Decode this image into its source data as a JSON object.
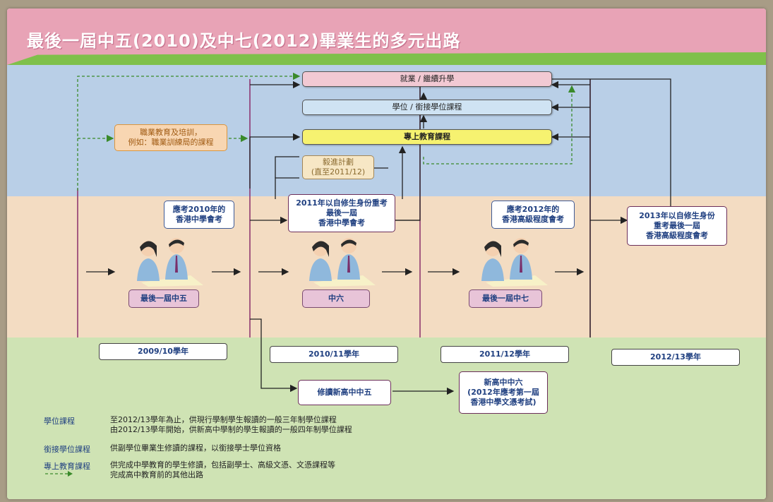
{
  "title": "最後一屆中五(2010)及中七(2012)畢業生的多元出路",
  "outcomes": {
    "employment": "就業 / 繼續升學",
    "degree": "學位 / 銜接學位課程",
    "post_secondary": "專上教育課程",
    "vocational_line1": "職業教育及培訓，",
    "vocational_line2": "例如：職業訓練局的課程",
    "yi_jin_line1": "毅進計劃",
    "yi_jin_line2": "(直至2011/12)"
  },
  "exams": {
    "hkcee_2010_line1": "應考2010年的",
    "hkcee_2010_line2": "香港中學會考",
    "hkcee_2011_line1": "2011年以自修生身份重考",
    "hkcee_2011_line2": "最後一屆",
    "hkcee_2011_line3": "香港中學會考",
    "hkale_2012_line1": "應考2012年的",
    "hkale_2012_line2": "香港高級程度會考",
    "hkale_2013_line1": "2013年以自修生身份",
    "hkale_2013_line2": "重考最後一屆",
    "hkale_2013_line3": "香港高級程度會考"
  },
  "stages": {
    "f5": "最後一屆中五",
    "f6": "中六",
    "f7": "最後一屆中七"
  },
  "years": [
    "2009/10學年",
    "2010/11學年",
    "2011/12學年",
    "2012/13學年"
  ],
  "nss": {
    "nss5": "修讀新高中中五",
    "nss6_line1": "新高中中六",
    "nss6_line2": "(2012年應考第一屆",
    "nss6_line3": "香港中學文憑考試)"
  },
  "legend": {
    "degree_key": "學位課程",
    "degree_line1": "至2012/13學年為止，供現行學制學生報讀的一般三年制學位課程",
    "degree_line2": "由2012/13學年開始，供新高中學制的學生報讀的一般四年制學位課程",
    "topup_key": "銜接學位課程",
    "topup_text": "供副學位畢業生修讀的課程，以銜接學士學位資格",
    "post_key": "專上教育課程",
    "post_line1": "供完成中學教育的學生修讀，包括副學士、高級文憑、文憑課程等",
    "dashed_text": "完成高中教育前的其他出路"
  },
  "colors": {
    "arrow": "#222222",
    "dashed": "#3a8a2a",
    "stage_line": "#8a2f6b"
  }
}
